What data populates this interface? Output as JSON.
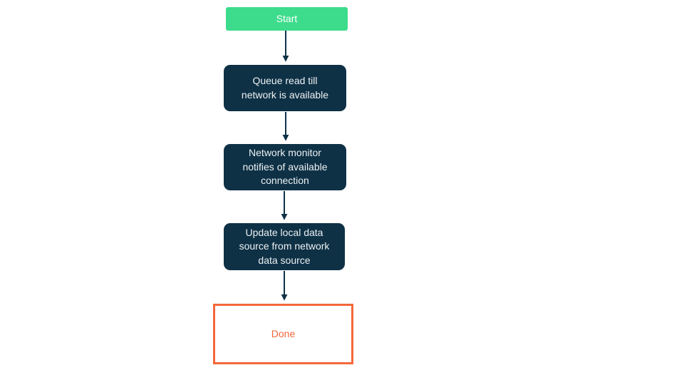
{
  "diagram": {
    "type": "flowchart",
    "orientation": "top-to-bottom",
    "background_color": "#ffffff",
    "colors": {
      "start_fill": "#3ddc8c",
      "start_text": "#ffffff",
      "process_fill": "#0e3146",
      "process_text": "#edf1f2",
      "end_border": "#f4673b",
      "end_text": "#f4673b",
      "end_fill": "#ffffff",
      "arrow": "#0e3146"
    },
    "nodes": [
      {
        "id": "start",
        "label": "Start",
        "shape": "rounded-rect",
        "role": "start"
      },
      {
        "id": "p1",
        "label": "Queue read till\nnetwork is available",
        "shape": "rounded-rect",
        "role": "process"
      },
      {
        "id": "p2",
        "label": "Network monitor\nnotifies of available\nconnection",
        "shape": "rounded-rect",
        "role": "process"
      },
      {
        "id": "p3",
        "label": "Update local data\nsource from network\ndata source",
        "shape": "rounded-rect",
        "role": "process"
      },
      {
        "id": "end",
        "label": "Done",
        "shape": "rect",
        "role": "end"
      }
    ],
    "edges": [
      {
        "from": "start",
        "to": "p1",
        "style": "solid-arrow"
      },
      {
        "from": "p1",
        "to": "p2",
        "style": "solid-arrow"
      },
      {
        "from": "p2",
        "to": "p3",
        "style": "solid-arrow"
      },
      {
        "from": "p3",
        "to": "end",
        "style": "solid-arrow"
      }
    ]
  }
}
